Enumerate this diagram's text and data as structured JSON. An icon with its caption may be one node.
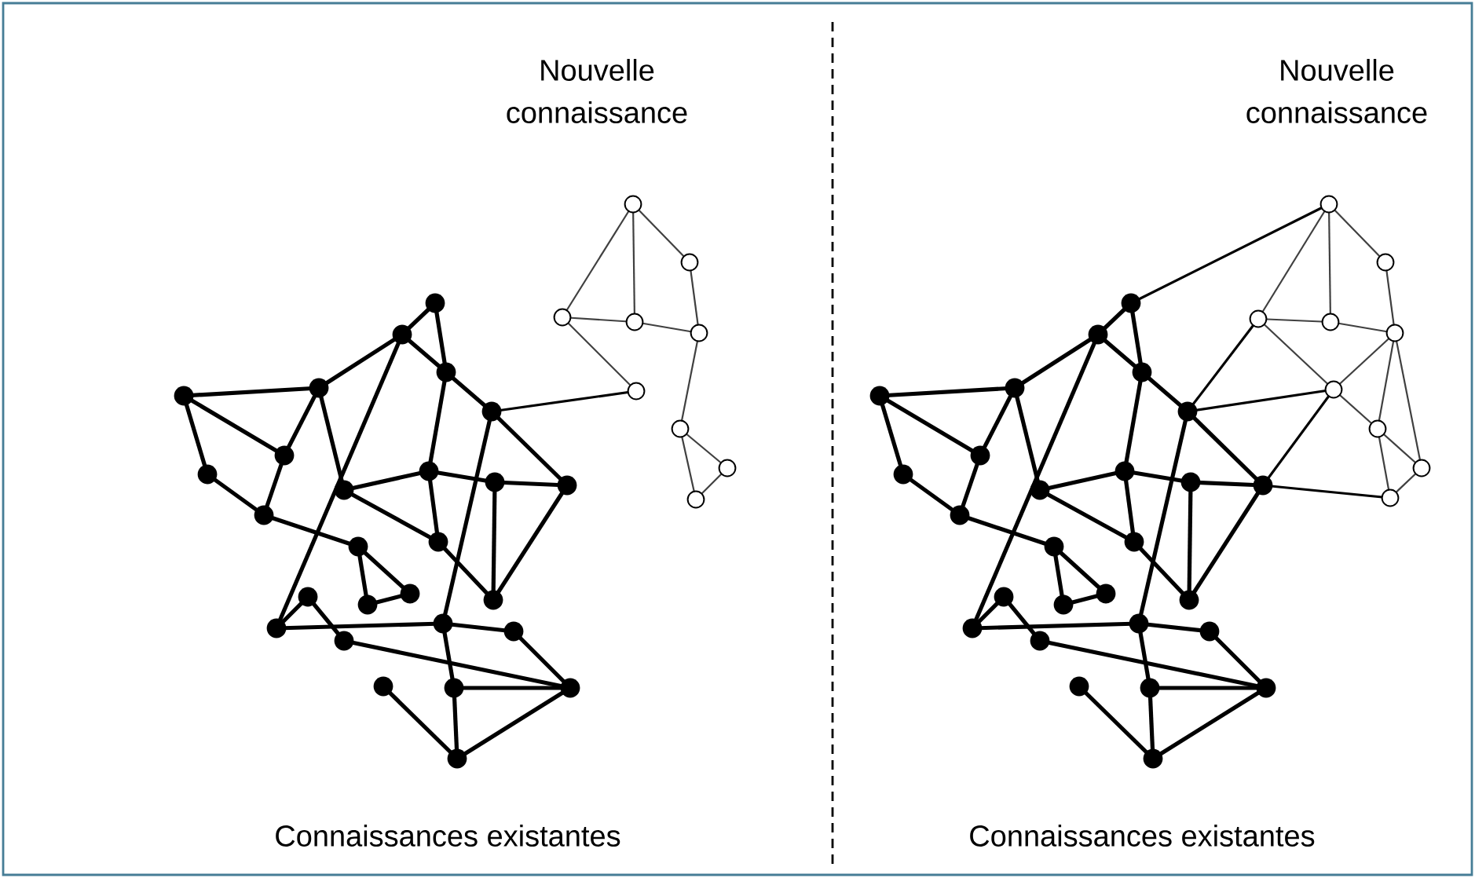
{
  "diagram": {
    "labels": [
      "Nouvelle connaissance",
      "Nouvelle connaissance",
      "Connaissances existantes",
      "Connaissances existantes"
    ]
  }
}
